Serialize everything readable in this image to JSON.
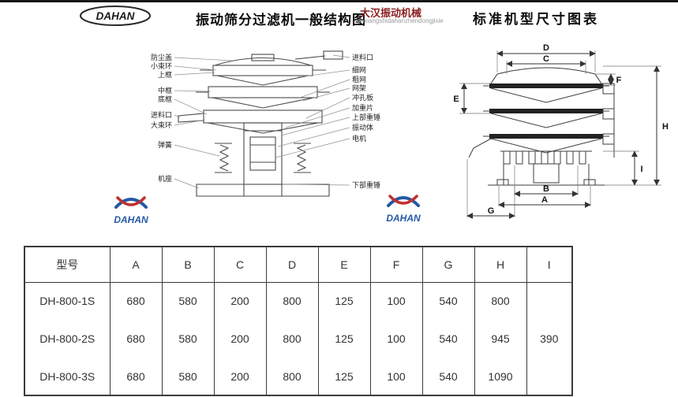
{
  "brand": {
    "logo_text": "DAHAN",
    "name": "大汉振动机械",
    "name_sub": "xinxiangshidahanzhendongjixie"
  },
  "titles": {
    "left": "振动筛分过滤机一般结构图",
    "right": "标准机型尺寸图表"
  },
  "structure_diagram": {
    "left_labels": [
      "防尘盖",
      "小束环",
      "上框",
      "中框",
      "底框",
      "进料口",
      "大束环",
      "弹簧",
      "机座"
    ],
    "right_labels": [
      "进料口",
      "细网",
      "粗网",
      "网架",
      "冲孔板",
      "加重片",
      "上部重锤",
      "振动体",
      "电机",
      "下部重锤"
    ]
  },
  "dimension_diagram": {
    "letters": [
      "D",
      "C",
      "F",
      "E",
      "H",
      "I",
      "B",
      "A",
      "G"
    ]
  },
  "table": {
    "headers": [
      "型号",
      "A",
      "B",
      "C",
      "D",
      "E",
      "F",
      "G",
      "H",
      "I"
    ],
    "rows": [
      {
        "model": "DH-800-1S",
        "values": [
          "680",
          "580",
          "200",
          "800",
          "125",
          "100",
          "540",
          "800"
        ]
      },
      {
        "model": "DH-800-2S",
        "values": [
          "680",
          "580",
          "200",
          "800",
          "125",
          "100",
          "540",
          "945"
        ]
      },
      {
        "model": "DH-800-3S",
        "values": [
          "680",
          "580",
          "200",
          "800",
          "125",
          "100",
          "540",
          "1090"
        ]
      }
    ],
    "i_value": "390"
  }
}
